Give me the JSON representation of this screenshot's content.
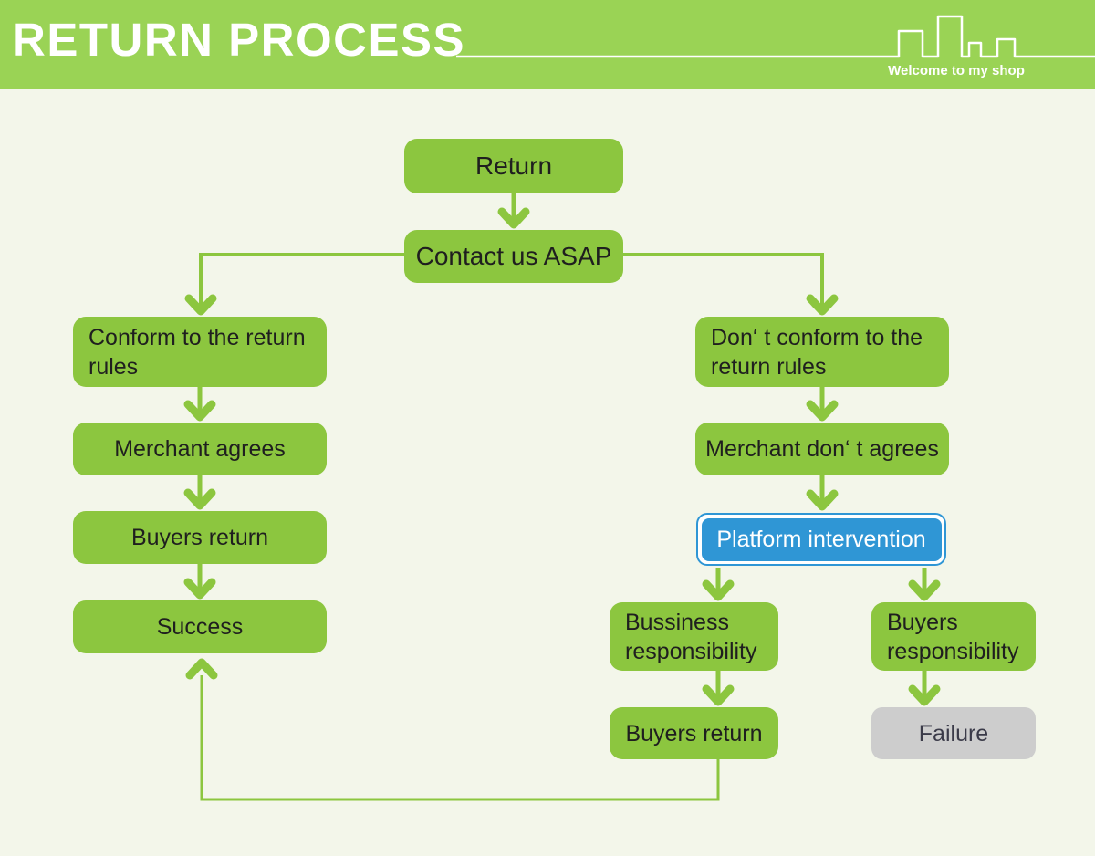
{
  "header": {
    "title": "RETURN PROCESS",
    "tagline": "Welcome to my shop"
  },
  "colors": {
    "header_bg": "#9ad355",
    "background": "#f3f6ea",
    "box_green": "#8cc63f",
    "box_blue": "#2f96d5",
    "box_gray": "#cdcdcd",
    "connector_green": "#8cc63f",
    "text_dark": "#1f1f1f",
    "text_white": "#ffffff"
  },
  "icons": {
    "skyline": "city-skyline-outline-icon"
  },
  "nodes": [
    {
      "id": "return",
      "label": "Return",
      "variant": "green"
    },
    {
      "id": "contact",
      "label": "Contact us ASAP",
      "variant": "green"
    },
    {
      "id": "conform",
      "label": "Conform to the return rules",
      "variant": "green"
    },
    {
      "id": "dont_conform",
      "label": "Don‘ t conform to the return rules",
      "variant": "green"
    },
    {
      "id": "merchant_agrees",
      "label": "Merchant agrees",
      "variant": "green"
    },
    {
      "id": "merchant_dont_agrees",
      "label": "Merchant don‘ t agrees",
      "variant": "green"
    },
    {
      "id": "buyers_return_left",
      "label": "Buyers return",
      "variant": "green"
    },
    {
      "id": "platform_intervention",
      "label": "Platform intervention",
      "variant": "blue"
    },
    {
      "id": "success",
      "label": "Success",
      "variant": "green"
    },
    {
      "id": "bussiness_responsibility",
      "label": "Bussiness responsibility",
      "variant": "green"
    },
    {
      "id": "buyers_responsibility",
      "label": "Buyers responsibility",
      "variant": "green"
    },
    {
      "id": "buyers_return_right",
      "label": "Buyers return",
      "variant": "green"
    },
    {
      "id": "failure",
      "label": "Failure",
      "variant": "gray"
    }
  ]
}
